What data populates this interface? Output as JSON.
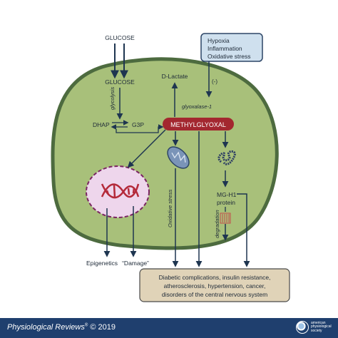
{
  "nodes": {
    "glucose_top": "GLUCOSE",
    "glucose_inner": "GLUCOSE",
    "stress_box": [
      "Hypoxia",
      "Inflammation",
      "Oxidative stress"
    ],
    "inhibit": "(-)",
    "d_lactate": "D-Lactate",
    "glyoxalase": "glyoxalase-1",
    "glycolysis": "glycolysis",
    "dhap": "DHAP",
    "g3p": "G3P",
    "methylglyoxal": "METHYLGLYOXAL",
    "oxidative_stress_vertical": "Oxidative stress",
    "mg_h1": [
      "MG-H1",
      "protein"
    ],
    "degradation": "degradation",
    "epigenetics": "Epigenetics",
    "damage": "“Damage”",
    "outcome_box": [
      "Diabetic complications, insulin resistance,",
      "atherosclerosis, hypertension, cancer,",
      "disorders of the central nervous system"
    ]
  },
  "footer": {
    "journal": "Physiological Reviews",
    "registered": "®",
    "year": "© 2019",
    "society": [
      "american",
      "physiological",
      "society"
    ]
  },
  "colors": {
    "cell_fill": "#a8c07a",
    "cell_border": "#4d6b3f",
    "nucleus_fill": "#eed6ec",
    "nucleus_border": "#7a2462",
    "mgo_fill": "#a3272f",
    "stress_fill": "#cfe0ee",
    "outcome_fill": "#e0d3b8",
    "arrow": "#1e3550",
    "footer": "#1f3f6e"
  }
}
